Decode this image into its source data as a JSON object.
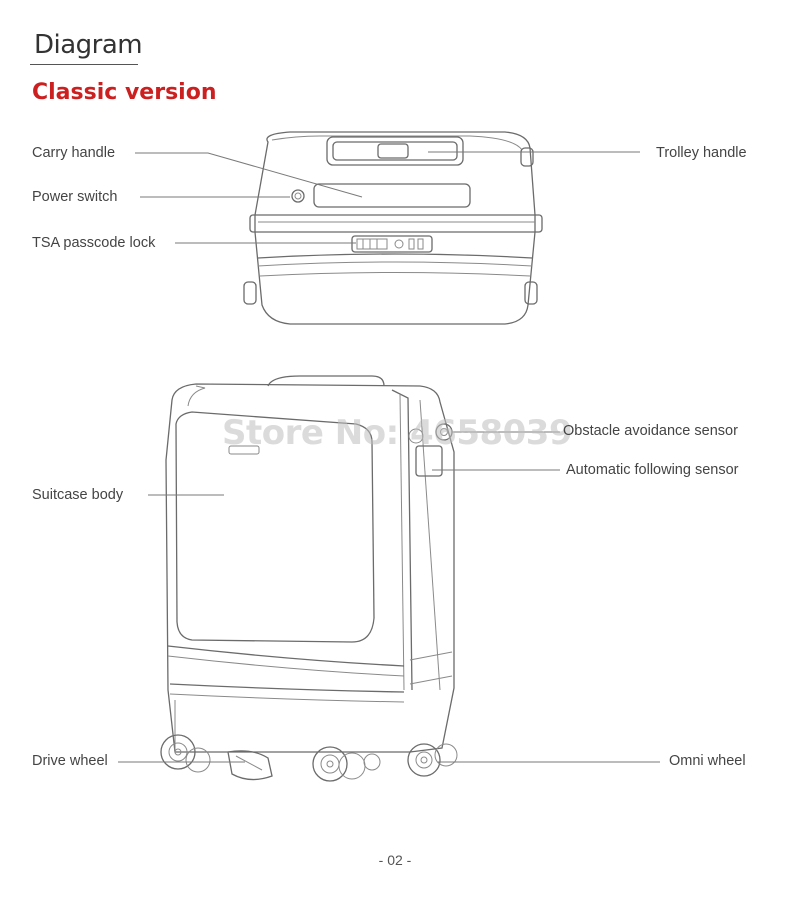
{
  "header": {
    "title": "Diagram",
    "subtitle": "Classic version",
    "accent_color": "#cc1f1f"
  },
  "top_view": {
    "labels": {
      "carry_handle": "Carry handle",
      "power_switch": "Power switch",
      "tsa_lock": "TSA passcode lock",
      "trolley_handle": "Trolley handle"
    }
  },
  "front_view": {
    "labels": {
      "suitcase_body": "Suitcase body",
      "obstacle_sensor": "Obstacle avoidance sensor",
      "following_sensor": "Automatic following sensor",
      "drive_wheel": "Drive wheel",
      "omni_wheel": "Omni wheel"
    },
    "watermark": "Store No: 4658039"
  },
  "footer": {
    "page_number": "- 02 -"
  }
}
